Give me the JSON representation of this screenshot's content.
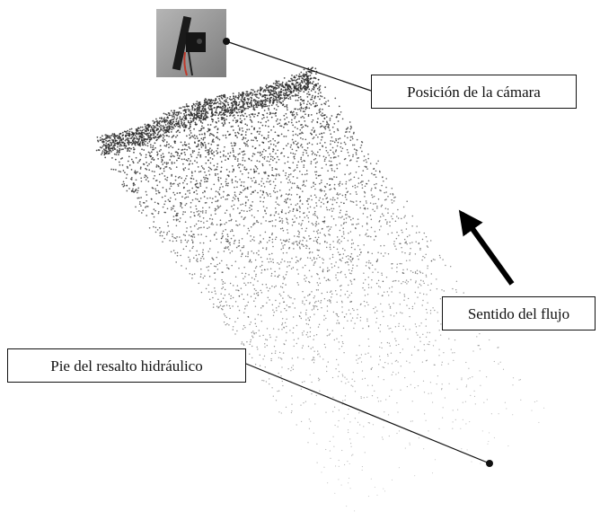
{
  "labels": {
    "camera": "Posición de la cámara",
    "flow": "Sentido del flujo",
    "toe": "Pie del resalto hidráulico"
  },
  "colors": {
    "points": "#2a2a2a",
    "leader": "#111111",
    "arrow": "#000000",
    "photo_bg": "#9a9a9a",
    "photo_device": "#1a1a1a",
    "photo_cable": "#c0392b"
  },
  "icons": {
    "camera_photo": "camera-photo-icon",
    "flow_arrow": "arrow-icon"
  }
}
